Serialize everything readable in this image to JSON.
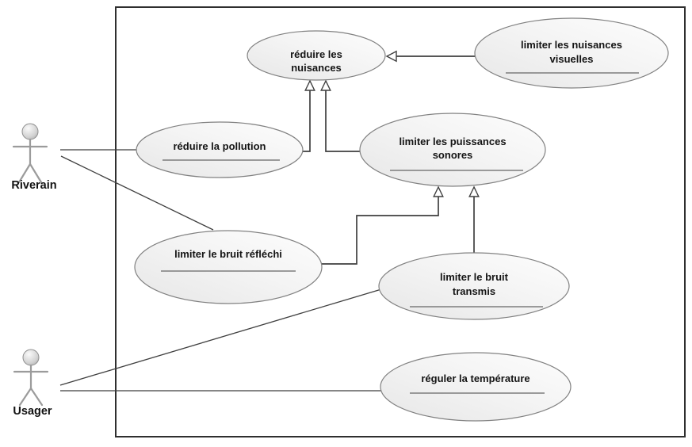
{
  "diagram": {
    "kind": "uml-use-case-diagram",
    "language": "fr"
  },
  "actors": [
    {
      "id": "riverain",
      "label": "Riverain"
    },
    {
      "id": "usager",
      "label": "Usager"
    }
  ],
  "use_cases": [
    {
      "id": "reduire-nuisances",
      "label": "réduire les nuisances",
      "lines": [
        "réduire les",
        "nuisances"
      ],
      "separator": false
    },
    {
      "id": "limiter-nuisances-visuelles",
      "label": "limiter les nuisances visuelles",
      "lines": [
        "limiter les nuisances",
        "visuelles"
      ],
      "separator": true
    },
    {
      "id": "reduire-pollution",
      "label": "réduire la pollution",
      "lines": [
        "réduire la pollution"
      ],
      "separator": true
    },
    {
      "id": "limiter-puissances-sonores",
      "label": "limiter les puissances sonores",
      "lines": [
        "limiter les puissances",
        "sonores"
      ],
      "separator": true
    },
    {
      "id": "limiter-bruit-reflechi",
      "label": "limiter le bruit réfléchi",
      "lines": [
        "limiter le bruit réfléchi"
      ],
      "separator": true
    },
    {
      "id": "limiter-bruit-transmis",
      "label": "limiter le bruit transmis",
      "lines": [
        "limiter le bruit",
        "transmis"
      ],
      "separator": true
    },
    {
      "id": "reguler-temperature",
      "label": "réguler la température",
      "lines": [
        "réguler la température"
      ],
      "separator": true
    }
  ],
  "relationships": {
    "associations": [
      {
        "from": "Riverain",
        "to": "réduire la pollution"
      },
      {
        "from": "Riverain",
        "to": "limiter le bruit réfléchi"
      },
      {
        "from": "Usager",
        "to": "limiter le bruit transmis"
      },
      {
        "from": "Usager",
        "to": "réguler la température"
      }
    ],
    "generalizations": [
      {
        "from": "réduire la pollution",
        "to": "réduire les nuisances"
      },
      {
        "from": "limiter les puissances sonores",
        "to": "réduire les nuisances"
      },
      {
        "from": "limiter les nuisances visuelles",
        "to": "réduire les nuisances"
      },
      {
        "from": "limiter le bruit réfléchi",
        "to": "limiter les puissances sonores"
      },
      {
        "from": "limiter le bruit transmis",
        "to": "limiter les puissances sonores"
      }
    ]
  },
  "colors": {
    "frame_stroke": "#2f2f2f",
    "ellipse_stroke": "#818181",
    "ellipse_fill_dark": "#e7e7e7",
    "ellipse_fill_light": "#fdfdfd",
    "connector": "#3f3f3f",
    "text": "#141414"
  }
}
